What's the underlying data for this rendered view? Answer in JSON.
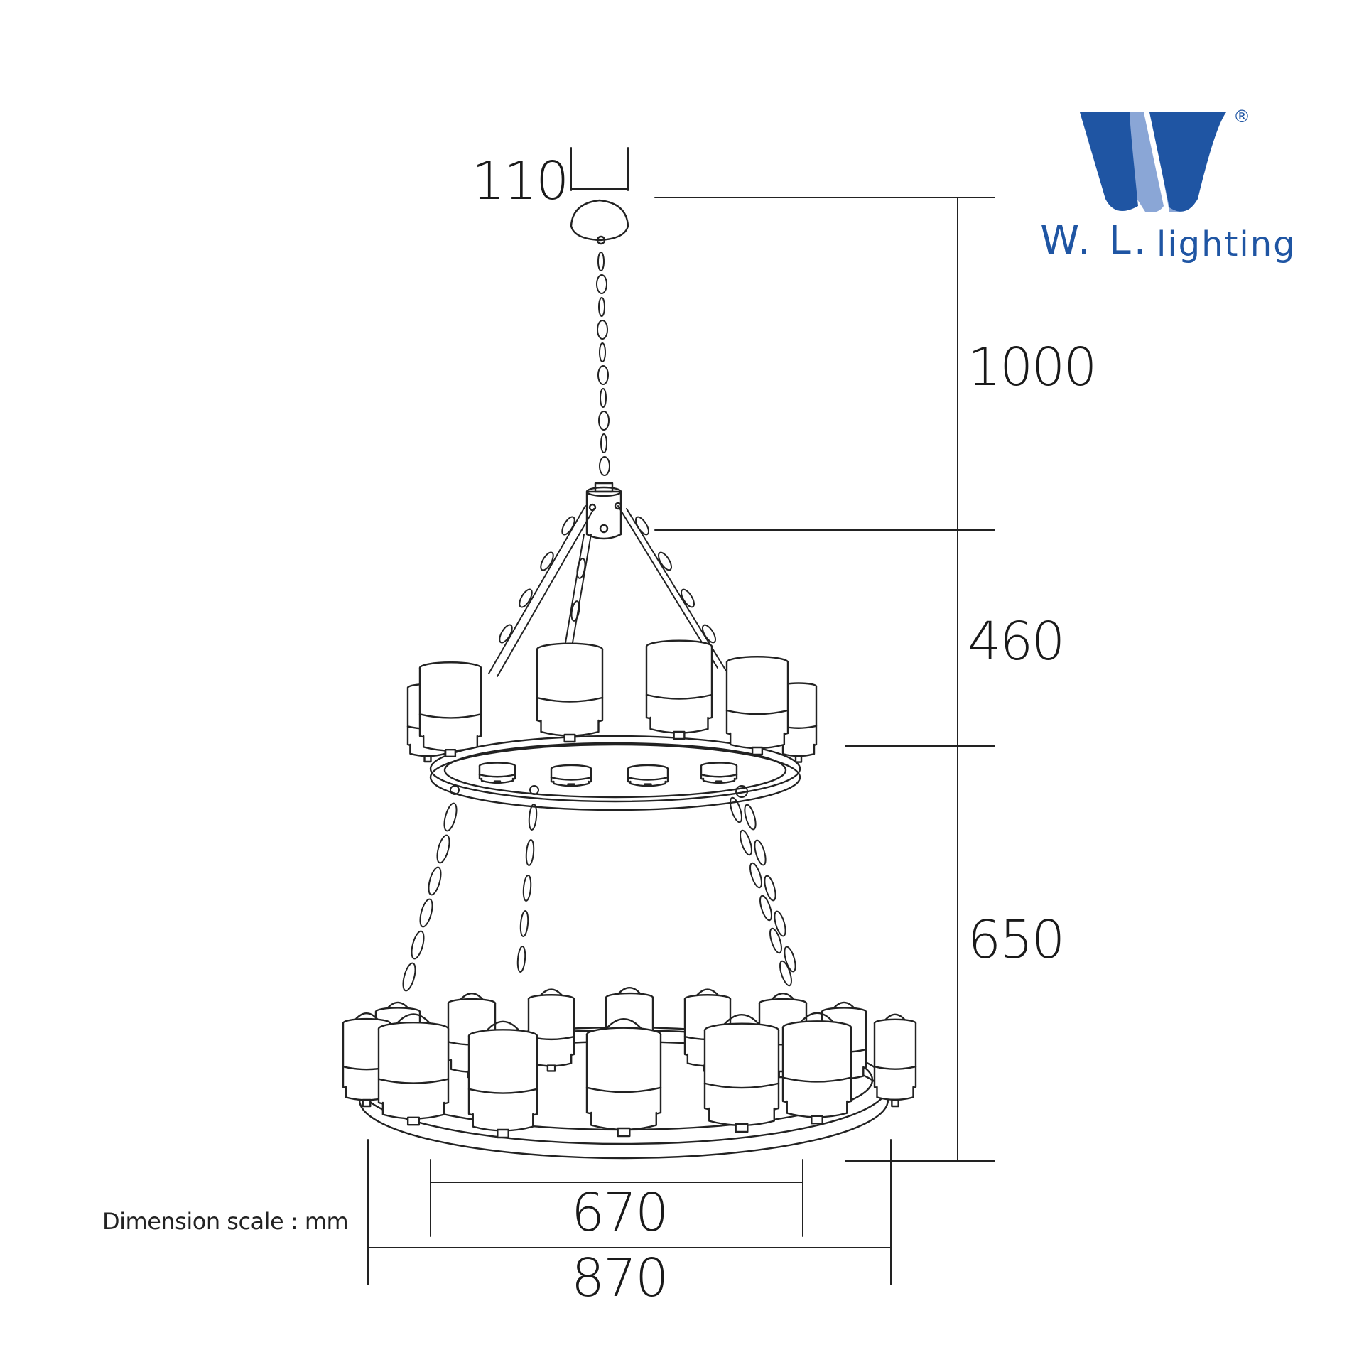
{
  "brand": {
    "logo_letter": "W",
    "registered_mark": "®",
    "name_main": "W. L.",
    "name_sub": "lighting",
    "color_primary": "#1f55a3",
    "color_shade": "#8aa6d6"
  },
  "dimensions": {
    "canopy_width": "110",
    "chain_drop": "1000",
    "upper_tier_height": "460",
    "lower_tier_height": "650",
    "upper_ring_diameter": "670",
    "lower_ring_diameter": "870"
  },
  "note": "Dimension scale : mm",
  "line_color": "#222222"
}
